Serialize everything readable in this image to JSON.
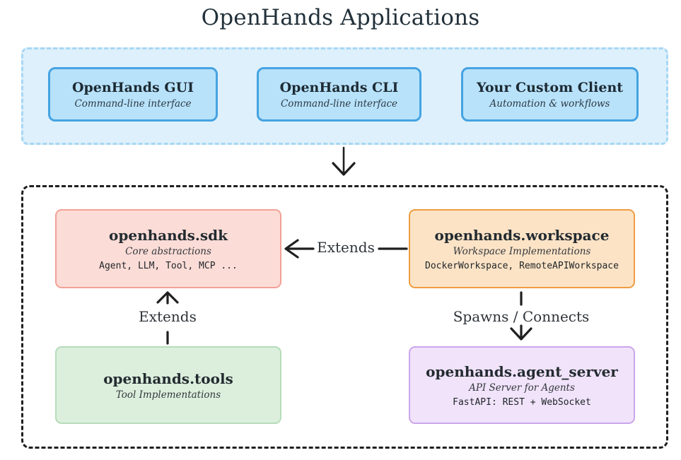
{
  "title": "OpenHands Applications",
  "clients": {
    "items": [
      {
        "title": "OpenHands GUI",
        "subtitle": "Command-line interface"
      },
      {
        "title": "OpenHands CLI",
        "subtitle": "Command-line interface"
      },
      {
        "title": "Your Custom Client",
        "subtitle": "Automation & workflows"
      }
    ]
  },
  "core": {
    "sdk": {
      "title": "openhands.sdk",
      "subtitle": "Core abstractions",
      "code": "Agent, LLM, Tool, MCP ..."
    },
    "workspace": {
      "title": "openhands.workspace",
      "subtitle": "Workspace Implementations",
      "code": "DockerWorkspace, RemoteAPIWorkspace"
    },
    "tools": {
      "title": "openhands.tools",
      "subtitle": "Tool Implementations"
    },
    "agent_server": {
      "title": "openhands.agent_server",
      "subtitle": "API Server for Agents",
      "code": "FastAPI: REST + WebSocket"
    }
  },
  "edges": {
    "workspace_to_sdk": "Extends",
    "tools_to_sdk": "Extends",
    "workspace_to_agent_server": "Spawns / Connects"
  },
  "colors": {
    "clients_container_bg": "#def0fb",
    "clients_container_border": "#a6d7f4",
    "client_box_bg": "#b8e2fa",
    "client_box_border": "#45a3e2",
    "sdk_bg": "#fcdcd7",
    "sdk_border": "#f2a197",
    "workspace_bg": "#fce3c6",
    "workspace_border": "#f09c42",
    "tools_bg": "#dcefdd",
    "tools_border": "#b6dcba",
    "agent_server_bg": "#f0e3fa",
    "agent_server_border": "#cba6ec",
    "core_container_border": "#1f1f1f",
    "arrow": "#1f1f1f"
  }
}
